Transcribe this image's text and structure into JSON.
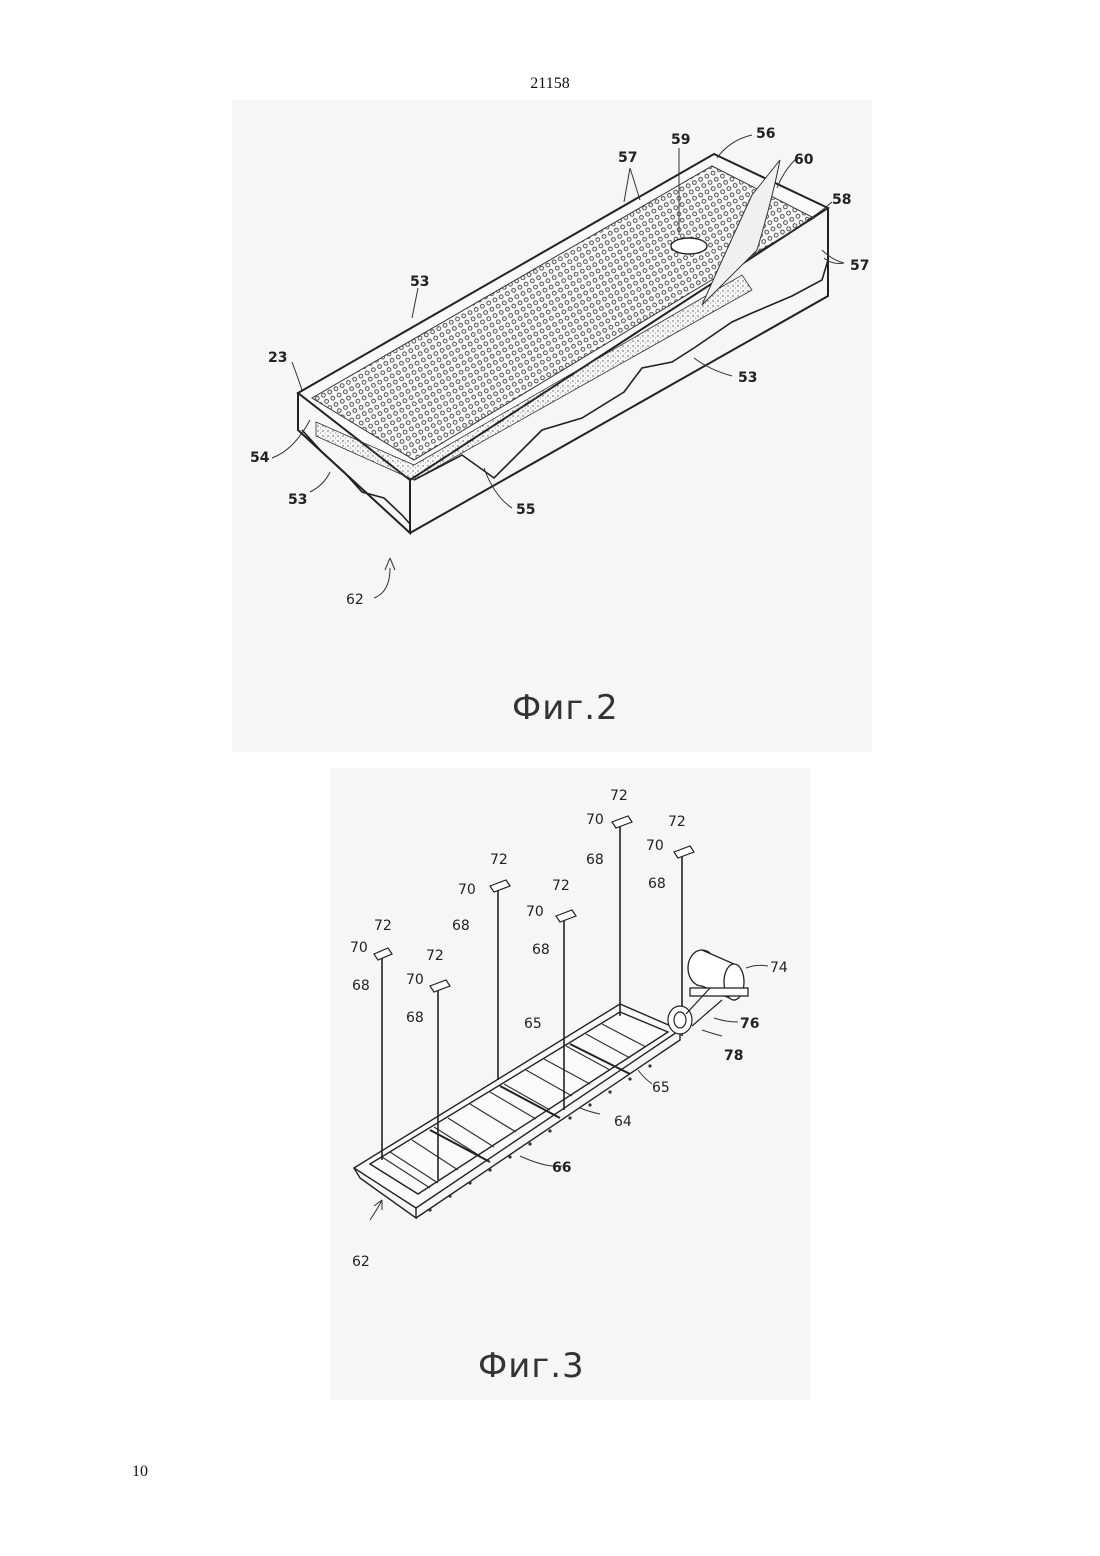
{
  "header": {
    "doc_number": "21158"
  },
  "footer": {
    "page_number": "10"
  },
  "figure2": {
    "caption": "Фиг.2",
    "labels": {
      "l53_top": "53",
      "l57_top": "57",
      "l59": "59",
      "l56": "56",
      "l60": "60",
      "l58": "58",
      "l57_right": "57",
      "l53_right": "53",
      "l23": "23",
      "l54": "54",
      "l53_left": "53",
      "l55": "55",
      "l62": "62"
    }
  },
  "figure3": {
    "caption": "Фиг.3",
    "labels": {
      "l72_a": "72",
      "l70_a": "70",
      "l68_a": "68",
      "l72_b": "72",
      "l70_b": "70",
      "l68_b": "68",
      "l72_c": "72",
      "l70_c": "70",
      "l68_c": "68",
      "l72_d": "72",
      "l70_d": "70",
      "l68_d": "68",
      "l72_e": "72",
      "l70_e": "70",
      "l68_e": "68",
      "l72_f": "72",
      "l70_f": "70",
      "l68_f": "68",
      "l74": "74",
      "l76": "76",
      "l78": "78",
      "l65_top": "65",
      "l65_right": "65",
      "l64": "64",
      "l66": "66",
      "l62": "62"
    }
  }
}
